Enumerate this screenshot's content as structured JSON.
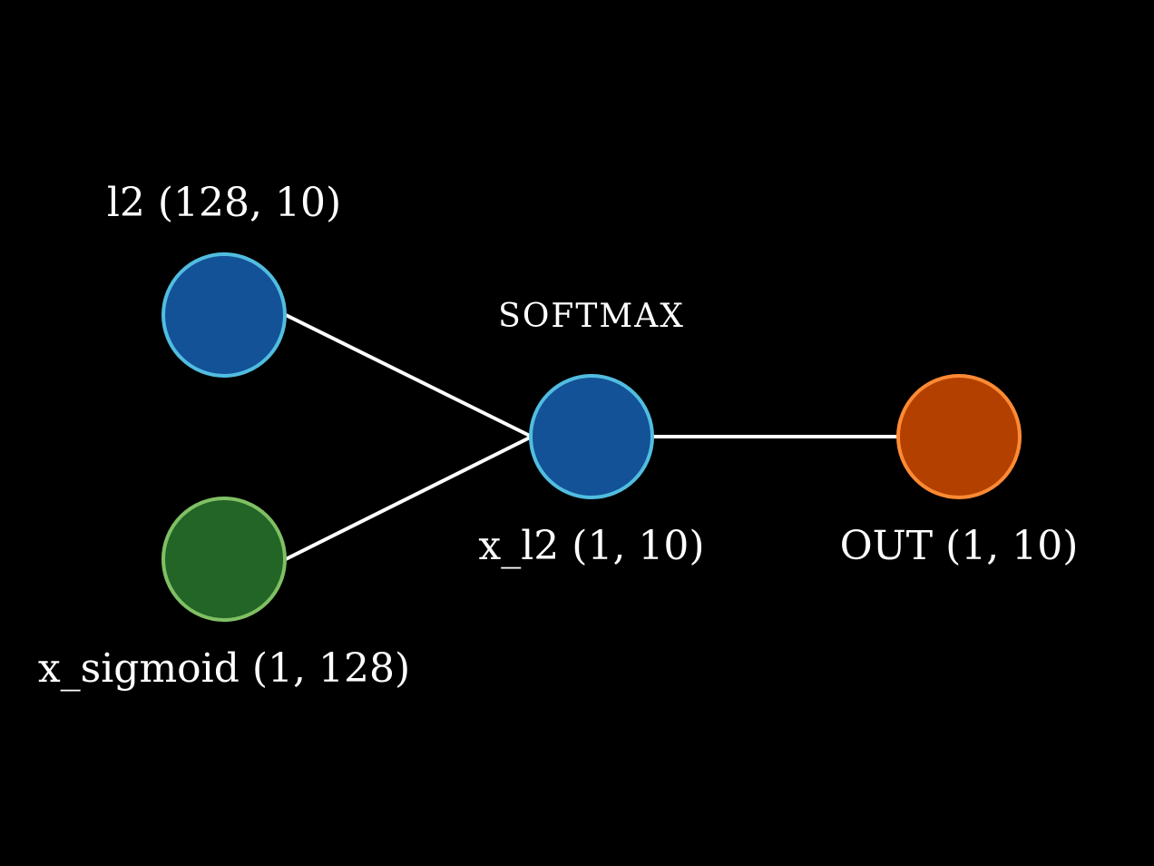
{
  "colors": {
    "background": "#000000",
    "edge": "#ffffff",
    "text": "#ffffff",
    "param_fill": "#135297",
    "param_stroke": "#51bde0",
    "input_fill": "#236427",
    "input_stroke": "#7fc063",
    "output_fill": "#b44000",
    "output_stroke": "#ff8a33"
  },
  "nodes": {
    "l2": {
      "label": "l2 (128, 10)",
      "role": "parameter"
    },
    "x_sigmoid": {
      "label": "x_sigmoid (1, 128)",
      "role": "input"
    },
    "x_l2": {
      "label": "x_l2 (1, 10)",
      "role": "operation",
      "op": "SOFTMAX"
    },
    "out": {
      "label": "OUT (1, 10)",
      "role": "output"
    }
  },
  "edges": [
    {
      "from": "l2",
      "to": "x_l2"
    },
    {
      "from": "x_sigmoid",
      "to": "x_l2"
    },
    {
      "from": "x_l2",
      "to": "out"
    }
  ]
}
